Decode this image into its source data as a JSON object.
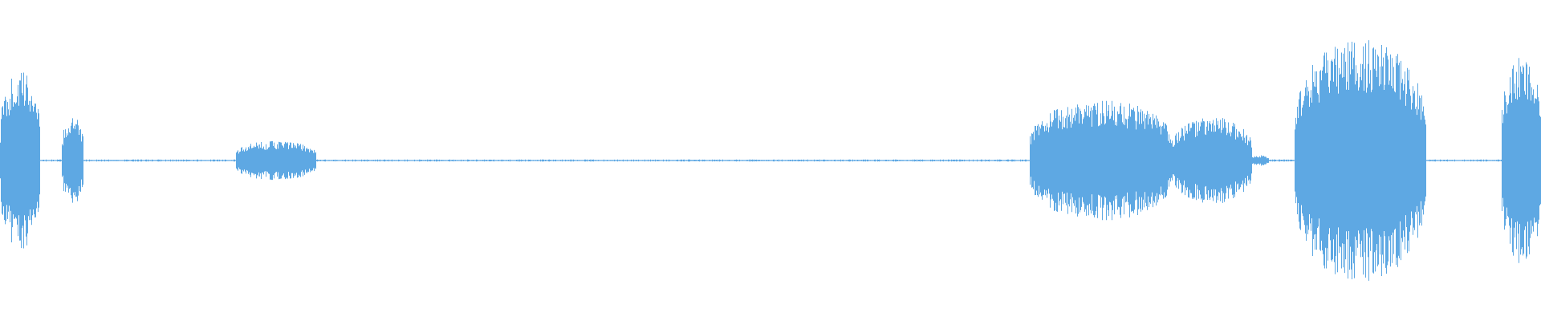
{
  "waveform": {
    "type": "audio-waveform",
    "color": "#5ea8e3",
    "background": "#ffffff",
    "duration_fraction_axis": [
      0,
      1
    ],
    "amplitude_axis": [
      -1,
      1
    ],
    "segments": [
      {
        "start": 0.0,
        "end": 0.026,
        "amplitude": 0.68
      },
      {
        "start": 0.04,
        "end": 0.054,
        "amplitude": 0.33
      },
      {
        "start": 0.153,
        "end": 0.205,
        "amplitude": 0.15
      },
      {
        "start": 0.668,
        "end": 0.76,
        "amplitude": 0.46
      },
      {
        "start": 0.76,
        "end": 0.812,
        "amplitude": 0.33
      },
      {
        "start": 0.812,
        "end": 0.823,
        "amplitude": 0.04
      },
      {
        "start": 0.84,
        "end": 0.925,
        "amplitude": 0.92
      },
      {
        "start": 0.974,
        "end": 1.0,
        "amplitude": 0.78
      }
    ],
    "noise_floor": 0.008
  }
}
